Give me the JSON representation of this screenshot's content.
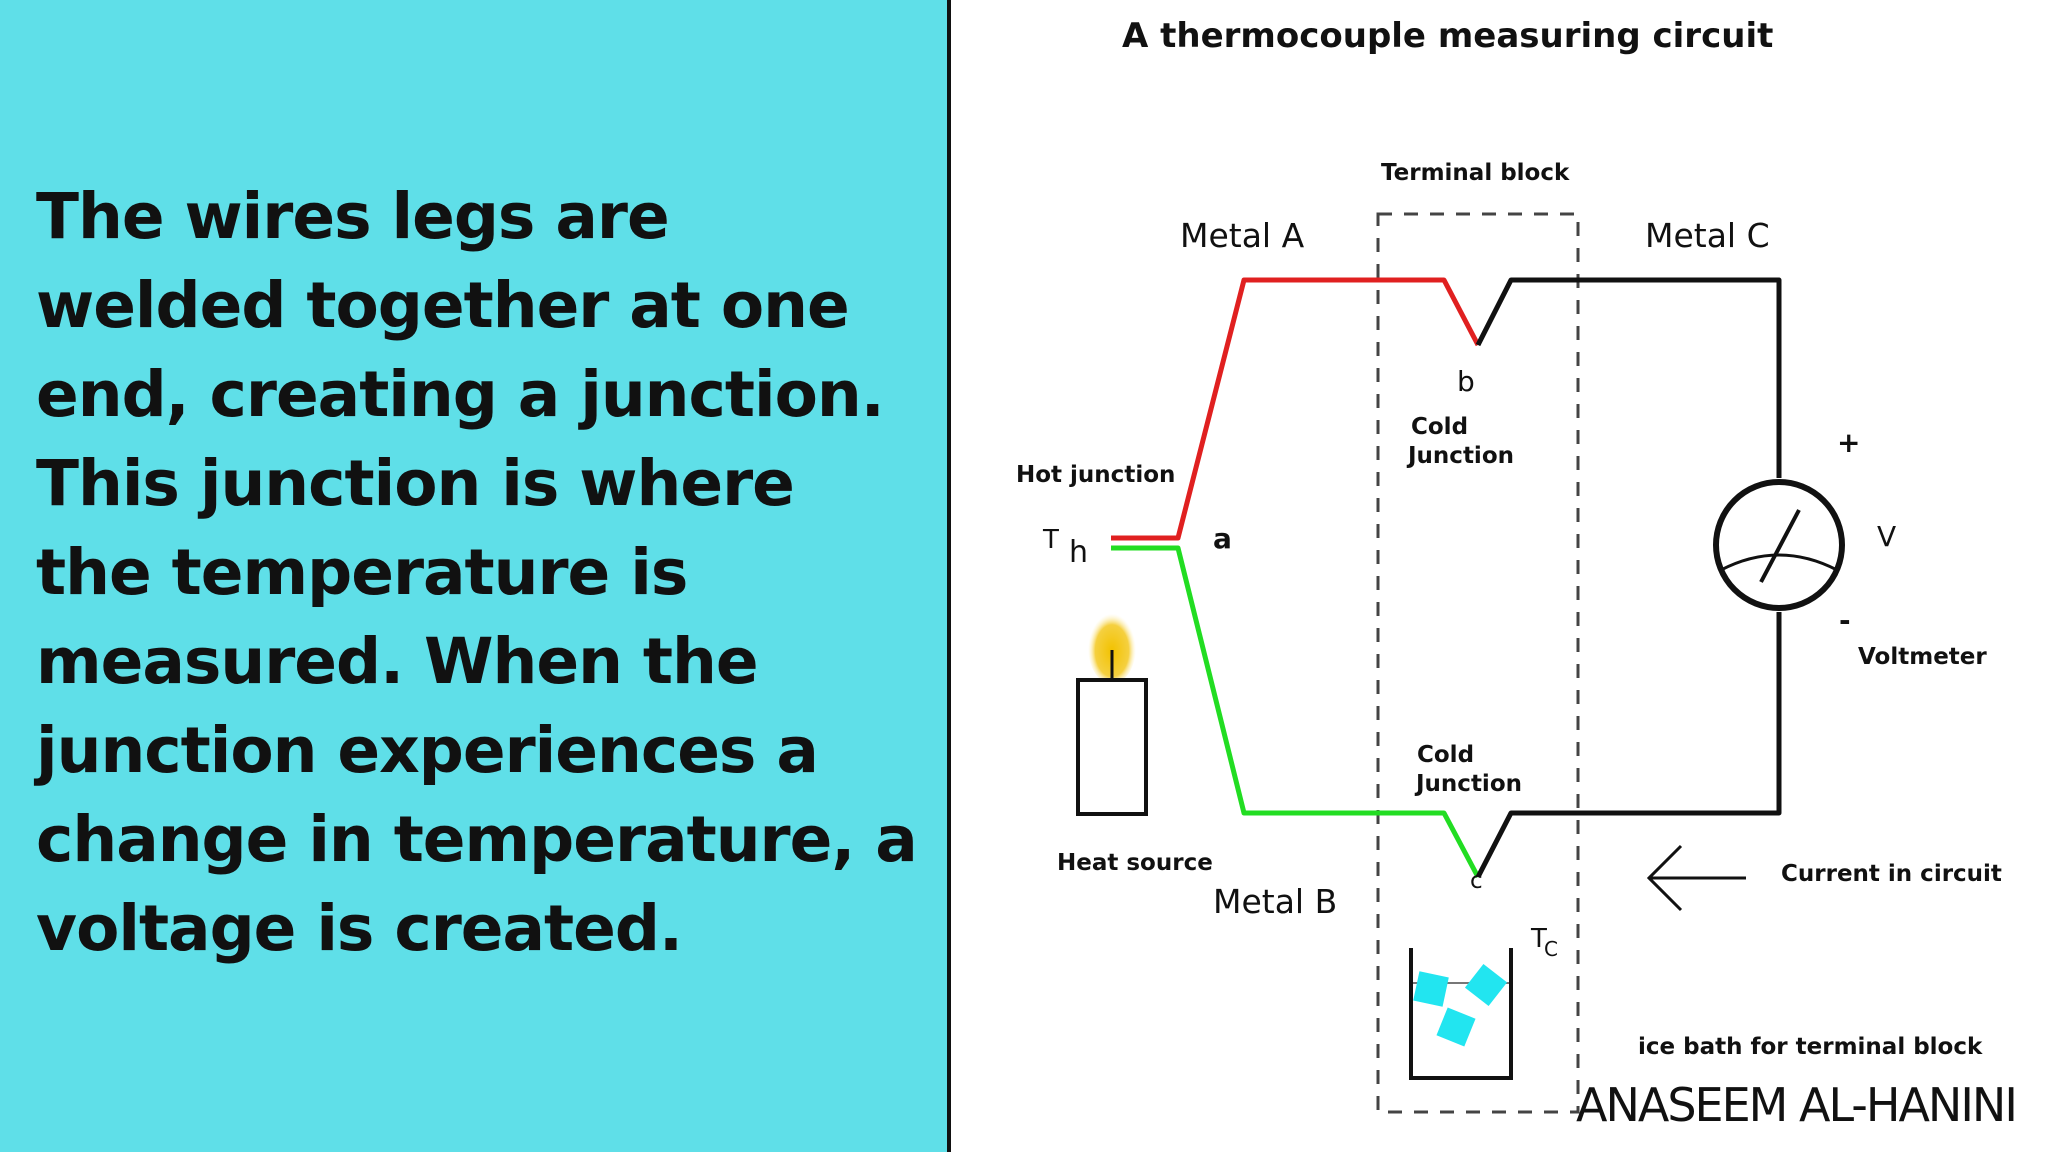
{
  "left_text": "The wires legs are welded together at one end, creating a junction. This junction is where the temperature is measured. When the junction experiences a change in temperature, a voltage is created.",
  "diagram": {
    "title": "A thermocouple measuring circuit",
    "terminal_block": "Terminal block",
    "metal_a": "Metal A",
    "metal_b": "Metal B",
    "metal_c": "Metal C",
    "hot_junction": "Hot junction",
    "th_t": "T",
    "th_sub": "h",
    "point_a": "a",
    "point_b": "b",
    "point_c": "c",
    "cold_junction_top_1": "Cold",
    "cold_junction_top_2": "Junction",
    "cold_junction_bottom_1": "Cold",
    "cold_junction_bottom_2": "Junction",
    "plus": "+",
    "minus": "-",
    "v": "V",
    "voltmeter": "Voltmeter",
    "heat_source": "Heat source",
    "current": "Current in circuit",
    "tc_t": "T",
    "tc_sub": "C",
    "ice_bath": "ice bath for terminal block"
  },
  "credit": "ANASEEM AL-HANINI",
  "colors": {
    "panel": "#5fdfe8",
    "metal_a_wire": "#e02020",
    "metal_b_wire": "#22dd22",
    "metal_c_wire": "#111111",
    "ice": "#22e5f0",
    "flame": "#f2c200"
  }
}
